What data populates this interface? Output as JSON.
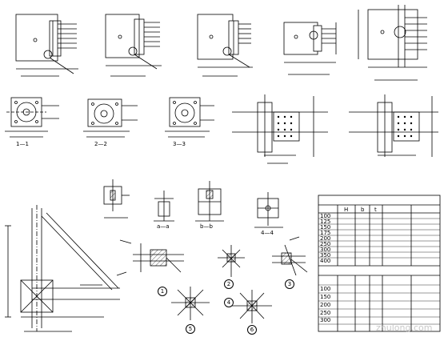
{
  "sheet": {
    "line_color": "#000000",
    "background": "#ffffff",
    "watermark": "zhulong.com"
  },
  "section_labels": [
    {
      "key": "s1",
      "text": "1—1"
    },
    {
      "key": "s2",
      "text": "2—2"
    },
    {
      "key": "s3",
      "text": "3—3"
    },
    {
      "key": "sa",
      "text": "a—a"
    },
    {
      "key": "sb",
      "text": "b—b"
    },
    {
      "key": "s4",
      "text": "4—4"
    }
  ],
  "detail_markers": [
    "1",
    "2",
    "3",
    "4",
    "5",
    "6"
  ],
  "table": {
    "headers": [
      "",
      "H",
      "b",
      "t",
      "",
      ""
    ],
    "rows_top": [
      [
        "100",
        "",
        "",
        "",
        "",
        ""
      ],
      [
        "125",
        "",
        "",
        "",
        "",
        ""
      ],
      [
        "150",
        "",
        "",
        "",
        "",
        ""
      ],
      [
        "175",
        "",
        "",
        "",
        "",
        ""
      ],
      [
        "200",
        "",
        "",
        "",
        "",
        ""
      ],
      [
        "250",
        "",
        "",
        "",
        "",
        ""
      ],
      [
        "300",
        "",
        "",
        "",
        "",
        ""
      ],
      [
        "350",
        "",
        "",
        "",
        "",
        ""
      ],
      [
        "400",
        "",
        "",
        "",
        "",
        ""
      ]
    ],
    "rows_bottom": [
      [
        "100",
        "",
        "",
        "",
        "",
        ""
      ],
      [
        "150",
        "",
        "",
        "",
        "",
        ""
      ],
      [
        "200",
        "",
        "",
        "",
        "",
        ""
      ],
      [
        "250",
        "",
        "",
        "",
        "",
        ""
      ],
      [
        "300",
        "",
        "",
        "",
        "",
        ""
      ]
    ]
  }
}
